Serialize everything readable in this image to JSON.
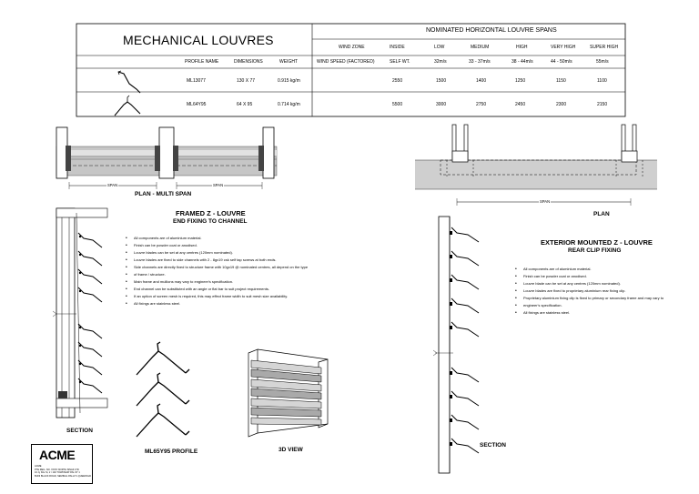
{
  "table": {
    "title": "MECHANICAL LOUVRES",
    "span_heading": "NOMINATED HORIZONTAL LOUVRE SPANS",
    "header_row": [
      "WIND ZONE",
      "INSIDE",
      "LOW",
      "MEDIUM",
      "HIGH",
      "VERY HIGH",
      "SUPER HIGH"
    ],
    "sub_header": [
      "PROFILE NAME",
      "DIMENSIONS",
      "WEIGHT",
      "WIND SPEED (FACTORED)",
      "SELF WT.",
      "32m/s",
      "33 - 37m/s",
      "38 - 44m/s",
      "44 - 50m/s",
      "55m/s"
    ],
    "rows": [
      {
        "profile": "ML13077",
        "dimensions": "130 X 77",
        "weight": "0.915 kg/m",
        "spans": [
          "2550",
          "1500",
          "1400",
          "1250",
          "1150",
          "1100"
        ]
      },
      {
        "profile": "ML64Y95",
        "dimensions": "64 X 95",
        "weight": "0.714 kg/m",
        "spans": [
          "5500",
          "3000",
          "2750",
          "2450",
          "2300",
          "2150"
        ]
      }
    ]
  },
  "labels": {
    "plan_multi": "PLAN - MULTI SPAN",
    "span": "SPAN",
    "plan": "PLAN",
    "framed_title": "FRAMED Z - LOUVRE",
    "framed_sub": "END FIXING TO CHANNEL",
    "exterior_title": "EXTERIOR MOUNTED Z - LOUVRE",
    "exterior_sub": "REAR CLIP FIXING",
    "section": "SECTION",
    "profile": "ML65Y95 PROFILE",
    "view3d": "3D VIEW"
  },
  "framed_notes": [
    "All components are of aluminium material.",
    "Finish can be powder coat or anodised.",
    "Louvre blades can be set at any centres (120mm nominated).",
    "Louvre blades are fixed to side channels with 2 - 8gx19 csk self tap screws at both ends.",
    "Side channels are directly fixed to structure frame with 10gx19 @ nominated centres, all depend on the type",
    "of frame / structure.",
    "Main frame and mullions may vary to engineer's specification.",
    "End channel can be substituted with an angle or flat bar to suit project requirements.",
    "If an option of screen mesh is required, this may effect frame width to suit mesh size availability.",
    "All fixings are stainless steel."
  ],
  "exterior_notes": [
    "All components are of aluminium material.",
    "Finish can be powder coat or anodised.",
    "Louvre blade can be set at any centres (120mm nominated).",
    "Louvre blades are fixed to proprietary aluminium rear fixing clip.",
    "Proprietary aluminium fixing clip is fixed to primary or secondary frame and may vary to",
    "engineer's specification.",
    "All fixings are stainless steel."
  ],
  "logo": {
    "text": "ACME",
    "address": [
      "ACME",
      "PTE REG. NO. XXXX NORTH ISNAZ LTD",
      "10 Jy Kilu St, 2 / 102 TOWNSHIP PAL ST 1",
      "BUNI BLACK ROAD, SEMINAL PALLIYL QUEENSLD"
    ]
  }
}
